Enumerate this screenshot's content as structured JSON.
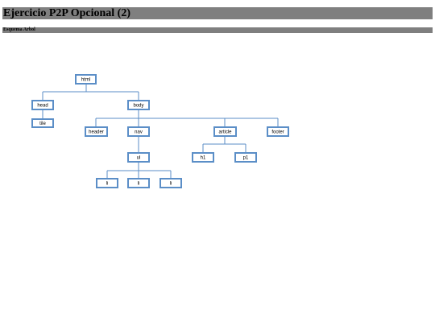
{
  "header": {
    "title": "Ejercicio P2P Opcional (2)"
  },
  "section": {
    "title": "Esquema Arbol"
  },
  "diagram": {
    "nodes": {
      "html": "html",
      "head": "head",
      "body": "body",
      "title": "tile",
      "header": "header",
      "nav": "nav",
      "article": "article",
      "footer": "footer",
      "ul": "ul",
      "h1": "h1",
      "p1": "p1",
      "li1": "li",
      "li2": "li",
      "li3": "li"
    },
    "colors": {
      "box_border": "#5b8ec7",
      "bar": "#7f7f7f"
    }
  }
}
